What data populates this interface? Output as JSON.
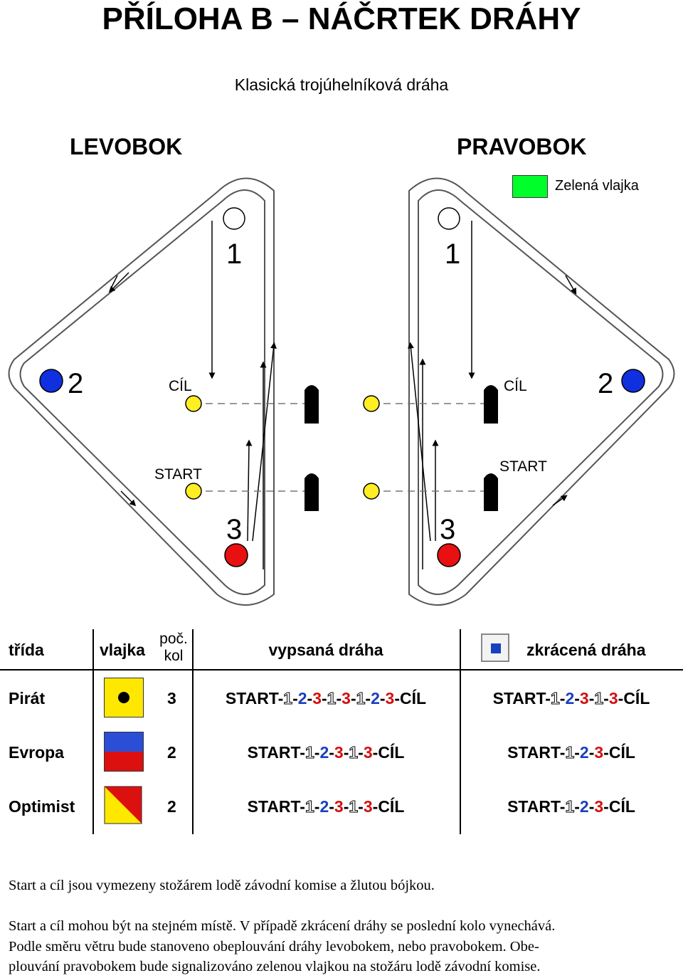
{
  "title": "PŘÍLOHA B – NÁČRTEK DRÁHY",
  "subtitle": "Klasická trojúhelníková dráha",
  "diagram": {
    "left_label": "LEVOBOK",
    "right_label": "PRAVOBOK",
    "green_flag_label": "Zelená vlajka",
    "mark1": "1",
    "mark2": "2",
    "mark3": "3",
    "finish": "CÍL",
    "start": "START",
    "colors": {
      "green": "#00ff2a",
      "blue": "#1030e0",
      "red": "#e81010",
      "yellow": "#ffee22",
      "mark1": "#ffffff"
    }
  },
  "table": {
    "headers": {
      "class": "třída",
      "flag": "vlajka",
      "laps_1": "poč.",
      "laps_2": "kol",
      "course": "vypsaná dráha",
      "short": "zkrácená dráha"
    },
    "rows": [
      {
        "class": "Pirát",
        "flag": "pirat-flag",
        "laps": "3",
        "course": [
          "START",
          "1",
          "2",
          "3",
          "1",
          "3",
          "1",
          "2",
          "3",
          "CÍL"
        ],
        "short": [
          "START",
          "1",
          "2",
          "3",
          "1",
          "3",
          "CÍL"
        ]
      },
      {
        "class": "Evropa",
        "flag": "evropa-flag",
        "laps": "2",
        "course": [
          "START",
          "1",
          "2",
          "3",
          "1",
          "3",
          "CÍL"
        ],
        "short": [
          "START",
          "1",
          "2",
          "3",
          "CÍL"
        ]
      },
      {
        "class": "Optimist",
        "flag": "optimist-flag",
        "laps": "2",
        "course": [
          "START",
          "1",
          "2",
          "3",
          "1",
          "3",
          "CÍL"
        ],
        "short": [
          "START",
          "1",
          "2",
          "3",
          "CÍL"
        ]
      }
    ]
  },
  "notes": {
    "p1": "Start a cíl jsou vymezeny stožárem lodě závodní komise a žlutou bójkou.",
    "p2_line1": "Start a cíl mohou být na stejném místě. V případě zkrácení dráhy se poslední kolo vynechává.",
    "p2_line2": "Podle směru větru bude stanoveno obeplouvání dráhy levobokem, nebo pravobokem. Obe-",
    "p2_line3": "plouvání pravobokem bude signalizováno zelenou vlajkou na stožáru lodě závodní komise."
  }
}
